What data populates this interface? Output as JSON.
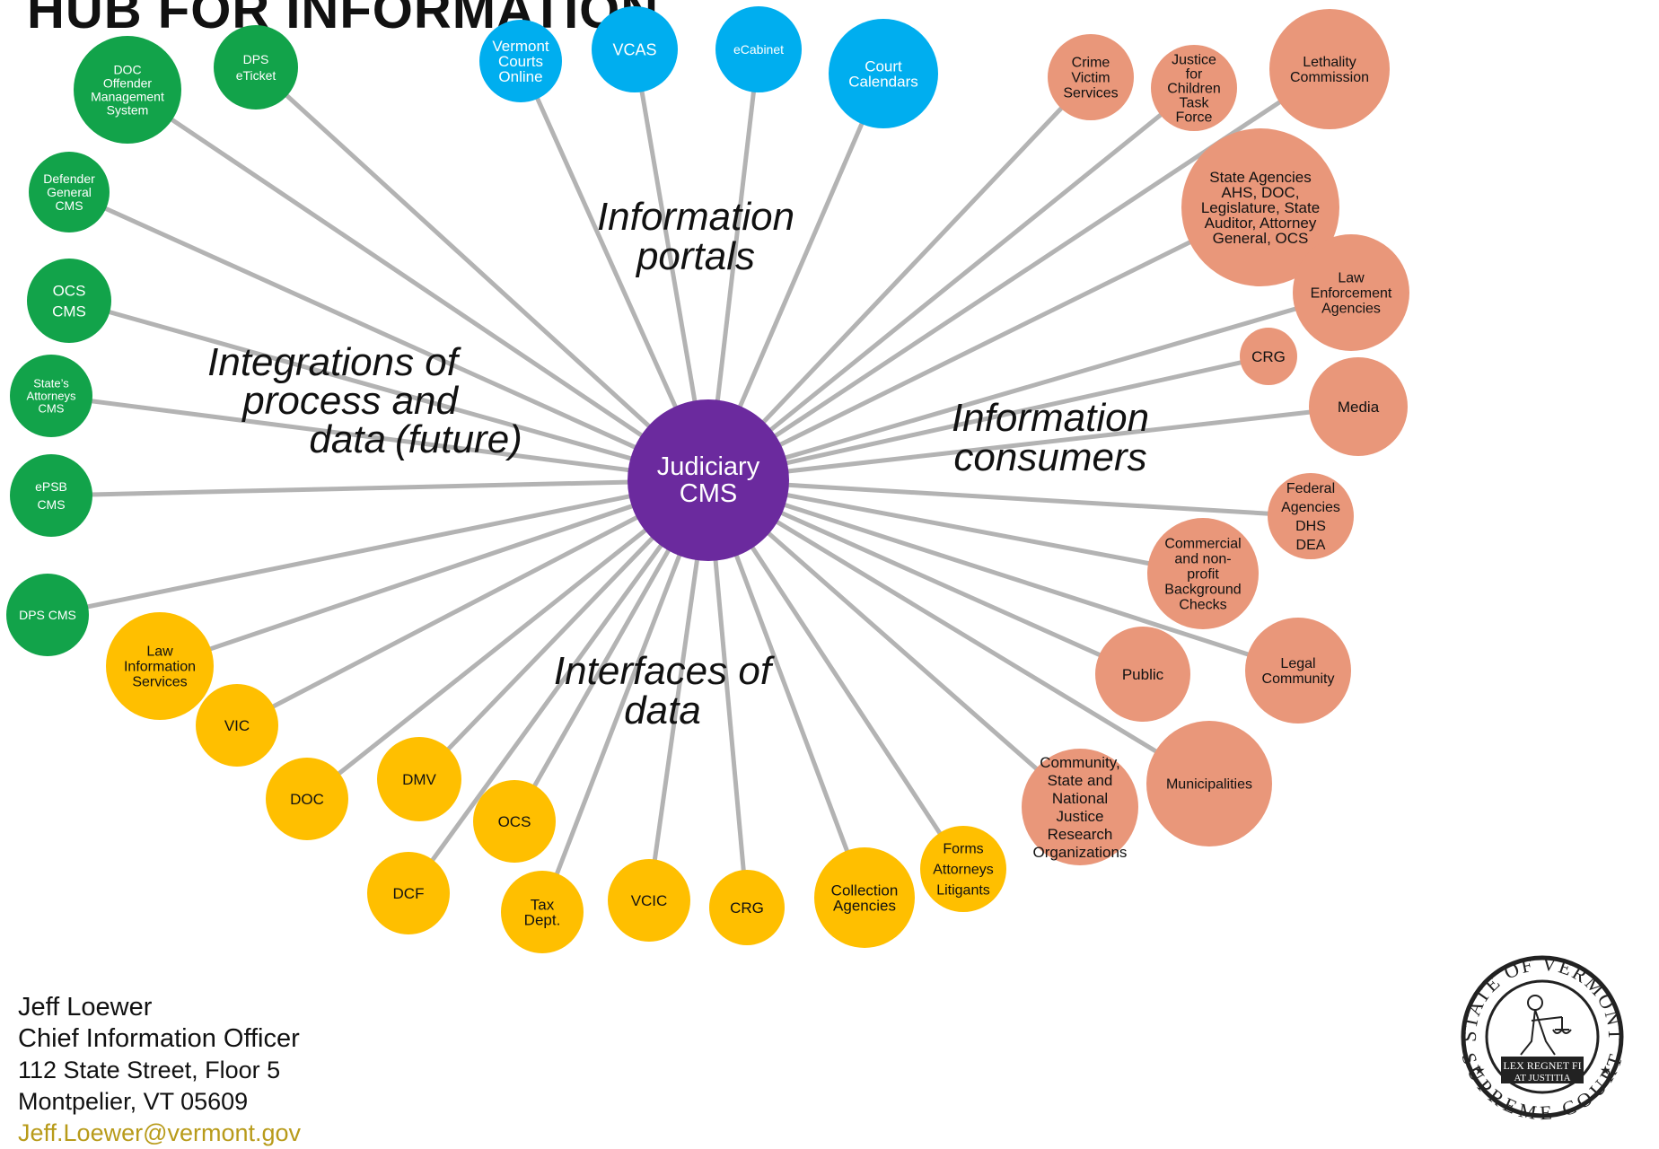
{
  "page": {
    "title": "HUB FOR INFORMATION"
  },
  "hub": {
    "label": [
      "Judiciary",
      "CMS"
    ],
    "color": "#6b2a9e"
  },
  "colors": {
    "green": "#12a34a",
    "blue": "#00aeef",
    "salmon": "#e9977a",
    "yellow": "#ffbf00",
    "line": "#b3b3b3"
  },
  "section_labels": {
    "portals": [
      "Information",
      "portals"
    ],
    "integrations": [
      "Integrations of",
      "process and",
      "data"
    ],
    "integrations_note": "(future)",
    "consumers": [
      "Information",
      "consumers"
    ],
    "interfaces": [
      "Interfaces of",
      "data"
    ]
  },
  "groups": {
    "integrations": [
      {
        "lines": [
          "DPS",
          "eTicket"
        ]
      },
      {
        "lines": [
          "DOC",
          "Offender",
          "Management",
          "System"
        ]
      },
      {
        "lines": [
          "Defender",
          "General",
          "CMS"
        ]
      },
      {
        "lines": [
          "OCS",
          "CMS"
        ]
      },
      {
        "lines": [
          "State’s",
          "Attorneys",
          "CMS"
        ]
      },
      {
        "lines": [
          "ePSB",
          "CMS"
        ]
      },
      {
        "lines": [
          "DPS CMS"
        ]
      }
    ],
    "portals": [
      {
        "lines": [
          "Vermont",
          "Courts",
          "Online"
        ]
      },
      {
        "lines": [
          "VCAS"
        ]
      },
      {
        "lines": [
          "eCabinet"
        ]
      },
      {
        "lines": [
          "Court",
          "Calendars"
        ]
      }
    ],
    "consumers": [
      {
        "lines": [
          "Crime",
          "Victim",
          "Services"
        ]
      },
      {
        "lines": [
          "Justice",
          "for",
          "Children",
          "Task",
          "Force"
        ]
      },
      {
        "lines": [
          "Lethality",
          "Commission"
        ]
      },
      {
        "lines": [
          "State Agencies",
          "AHS, DOC,",
          "Legislature, State",
          "Auditor, Attorney",
          "General, OCS"
        ]
      },
      {
        "lines": [
          "Law",
          "Enforcement",
          "Agencies"
        ]
      },
      {
        "lines": [
          "CRG"
        ]
      },
      {
        "lines": [
          "Media"
        ]
      },
      {
        "lines": [
          "Federal",
          "Agencies",
          "DHS",
          "DEA"
        ]
      },
      {
        "lines": [
          "Commercial",
          "and non-",
          "profit",
          "Background",
          "Checks"
        ]
      },
      {
        "lines": [
          "Public"
        ]
      },
      {
        "lines": [
          "Legal",
          "Community"
        ]
      },
      {
        "lines": [
          "Community,",
          "State and",
          "National",
          "Justice",
          "Research",
          "Organizations"
        ]
      },
      {
        "lines": [
          "Municipalities"
        ]
      }
    ],
    "interfaces": [
      {
        "lines": [
          "Law",
          "Information",
          "Services"
        ]
      },
      {
        "lines": [
          "VIC"
        ]
      },
      {
        "lines": [
          "DOC"
        ]
      },
      {
        "lines": [
          "DMV"
        ]
      },
      {
        "lines": [
          "OCS"
        ]
      },
      {
        "lines": [
          "DCF"
        ]
      },
      {
        "lines": [
          "Tax",
          "Dept."
        ]
      },
      {
        "lines": [
          "VCIC"
        ]
      },
      {
        "lines": [
          "CRG"
        ]
      },
      {
        "lines": [
          "Collection",
          "Agencies"
        ]
      },
      {
        "lines": [
          "Forms",
          "Attorneys",
          "Litigants"
        ]
      }
    ]
  },
  "contact": {
    "name": "Jeff Loewer",
    "role": "Chief Information Officer",
    "address1": "112 State Street, Floor 5",
    "address2": "Montpelier, VT 05609",
    "email": "Jeff.Loewer@vermont.gov"
  },
  "seal": {
    "ring_top": "STATE OF VERMONT",
    "ring_bottom": "SUPREME COURT",
    "motto": [
      "LEX REGNET FI",
      "AT JUSTITIA"
    ]
  }
}
